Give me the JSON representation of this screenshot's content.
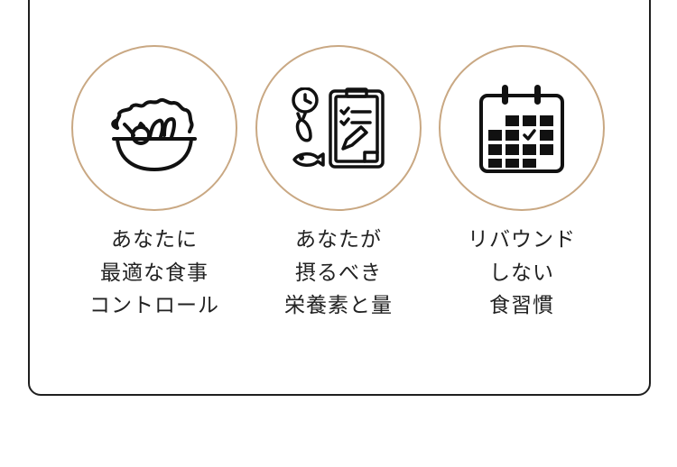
{
  "features": [
    {
      "icon": "salad-bowl-icon",
      "lines": [
        "あなたに",
        "最適な食事",
        "コントロール"
      ]
    },
    {
      "icon": "nutrition-clipboard-icon",
      "lines": [
        "あなたが",
        "摂るべき",
        "栄養素と量"
      ]
    },
    {
      "icon": "calendar-check-icon",
      "lines": [
        "リバウンド",
        "しない",
        "食習慣"
      ]
    }
  ],
  "colors": {
    "circle_border": "#c9a883",
    "card_border": "#1f1f1f",
    "text": "#222222"
  }
}
